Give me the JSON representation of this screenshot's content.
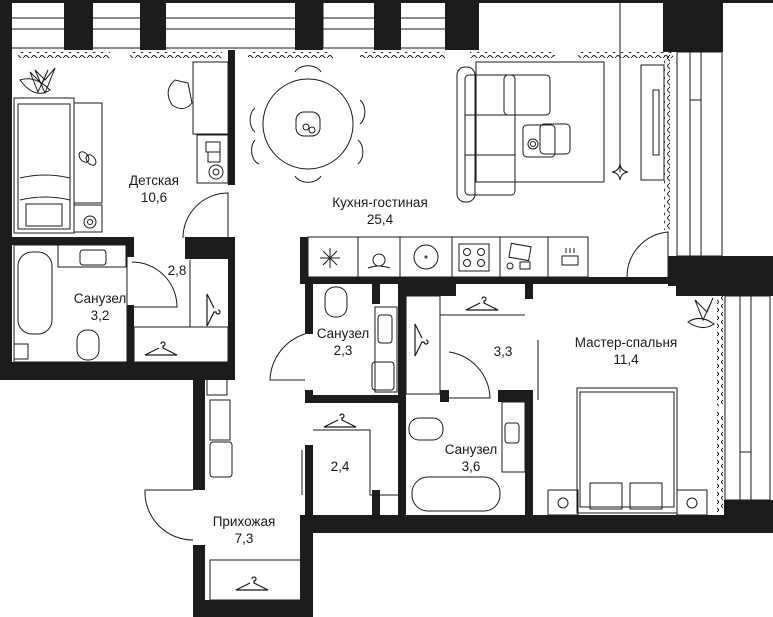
{
  "plan": {
    "type": "apartment-floor-plan",
    "wall_color": "#1c1c1c",
    "line_color": "#1a1a1a",
    "background": "#ffffff"
  },
  "rooms": [
    {
      "id": "kids",
      "name": "Детская",
      "area": "10,6"
    },
    {
      "id": "kitchen",
      "name": "Кухня-гостиная",
      "area": "25,4"
    },
    {
      "id": "bath1",
      "name": "Санузел",
      "area": "3,2"
    },
    {
      "id": "closet1",
      "name": "",
      "area": "2,8"
    },
    {
      "id": "bath2",
      "name": "Санузел",
      "area": "2,3"
    },
    {
      "id": "closet2",
      "name": "",
      "area": "3,3"
    },
    {
      "id": "master",
      "name": "Мастер-спальня",
      "area": "11,4"
    },
    {
      "id": "bath3",
      "name": "Санузел",
      "area": "3,6"
    },
    {
      "id": "closet3",
      "name": "",
      "area": "2,4"
    },
    {
      "id": "hall",
      "name": "Прихожая",
      "area": "7,3"
    }
  ],
  "icons": {
    "kitchen_row": [
      "fridge-snowflake-icon",
      "dishwasher-icon",
      "sink-icon",
      "cooktop-icon",
      "cutting-board-icon",
      "oven-pot-icon"
    ],
    "wardrobe": "hanger-icon",
    "plant": "plant-icon",
    "lamp": "pendant-lamp-icon"
  }
}
